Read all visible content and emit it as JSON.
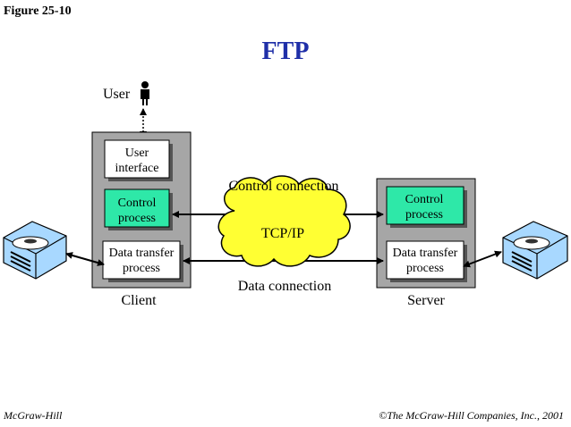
{
  "figure_label": "Figure 25-10",
  "title": "FTP",
  "user_label": "User",
  "client": {
    "label": "Client",
    "boxes": [
      {
        "line1": "User",
        "line2": "interface"
      },
      {
        "line1": "Control",
        "line2": "process"
      },
      {
        "line1": "Data transfer",
        "line2": "process"
      }
    ]
  },
  "server": {
    "label": "Server",
    "boxes": [
      {
        "line1": "Control",
        "line2": "process"
      },
      {
        "line1": "Data transfer",
        "line2": "process"
      }
    ]
  },
  "cloud_label": "TCP/IP",
  "control_connection": "Control connection",
  "data_connection": "Data connection",
  "footer_left": "McGraw-Hill",
  "footer_right": "©The McGraw-Hill Companies, Inc., 2001",
  "colors": {
    "title": "#1f2fa8",
    "panel": "#a6a6a6",
    "control_box": "#2ee8a8",
    "cloud": "#ffff33",
    "disk_body": "#a8d8ff"
  }
}
